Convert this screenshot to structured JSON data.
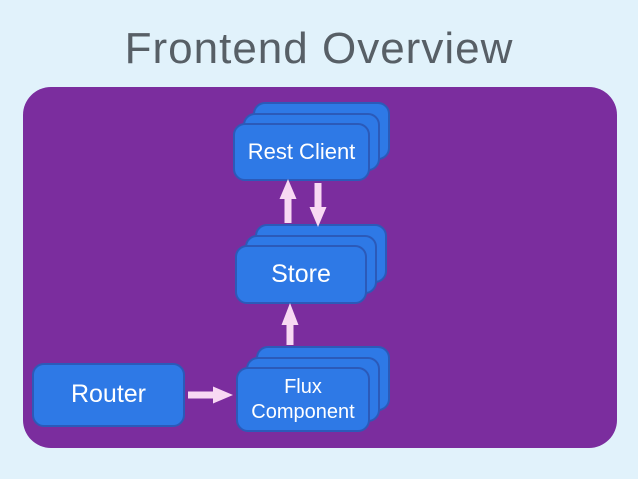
{
  "slide": {
    "title": "Frontend Overview"
  },
  "diagram": {
    "nodes": [
      {
        "id": "rest-client",
        "label": "Rest Client",
        "layers": 3
      },
      {
        "id": "store",
        "label": "Store",
        "layers": 3
      },
      {
        "id": "flux-component",
        "label": "Flux Component",
        "layers": 3
      },
      {
        "id": "router",
        "label": "Router",
        "layers": 1
      }
    ],
    "edges": [
      {
        "from": "store",
        "to": "rest-client",
        "direction": "up"
      },
      {
        "from": "rest-client",
        "to": "store",
        "direction": "down"
      },
      {
        "from": "flux-component",
        "to": "store",
        "direction": "up"
      },
      {
        "from": "router",
        "to": "flux-component",
        "direction": "right"
      }
    ]
  },
  "colors": {
    "background": "#e1f2fb",
    "panel": "#7b2d9e",
    "card_fill": "#2e79e6",
    "card_border": "#2b5ab9",
    "card_text": "#ffffff",
    "arrow": "#f8d9f3",
    "title_text": "#575f66"
  }
}
